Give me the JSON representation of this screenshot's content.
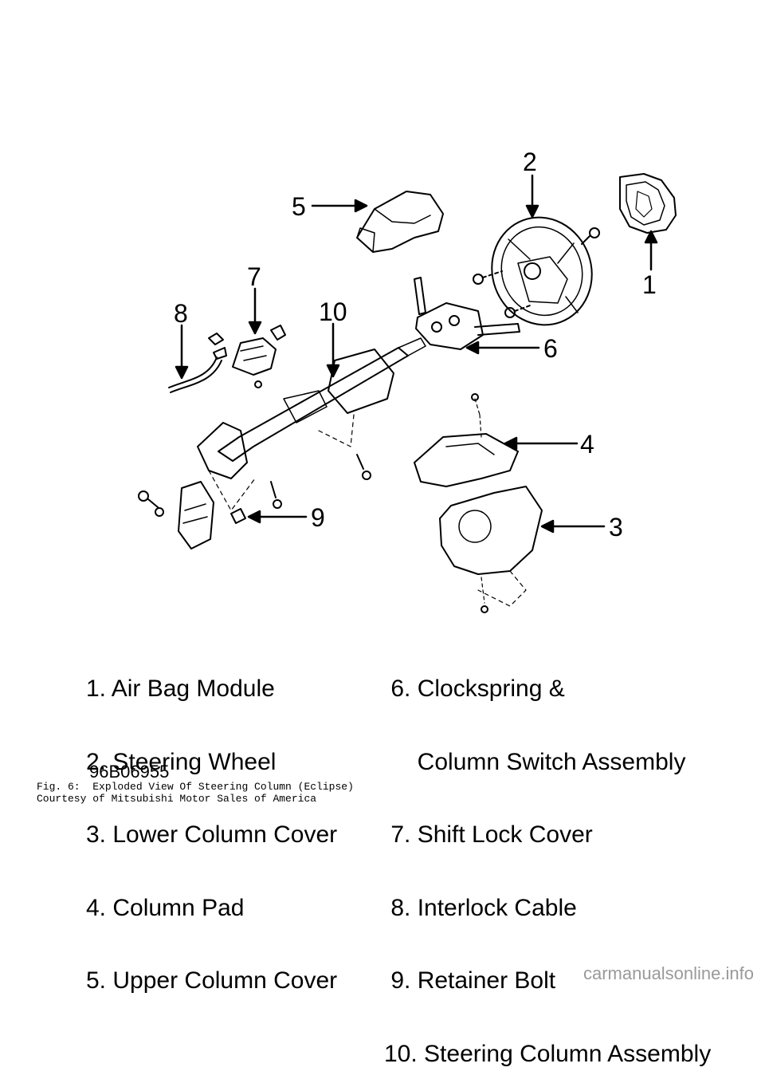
{
  "diagram": {
    "callouts": [
      "1",
      "2",
      "3",
      "4",
      "5",
      "6",
      "7",
      "8",
      "9",
      "10"
    ],
    "legend_left": [
      "1. Air Bag Module",
      "2. Steering Wheel",
      "3. Lower Column Cover",
      "4. Column Pad",
      "5. Upper Column Cover"
    ],
    "legend_right": [
      " 6. Clockspring &",
      "     Column Switch Assembly",
      " 7. Shift Lock Cover",
      " 8. Interlock Cable",
      " 9. Retainer Bolt",
      "10. Steering Column Assembly"
    ],
    "figure_id": "96B06955",
    "caption_line1": "Fig. 6:  Exploded View Of Steering Column (Eclipse)",
    "caption_line2": "Courtesy of Mitsubishi Motor Sales of America"
  },
  "watermark": "carmanualsonline.info"
}
